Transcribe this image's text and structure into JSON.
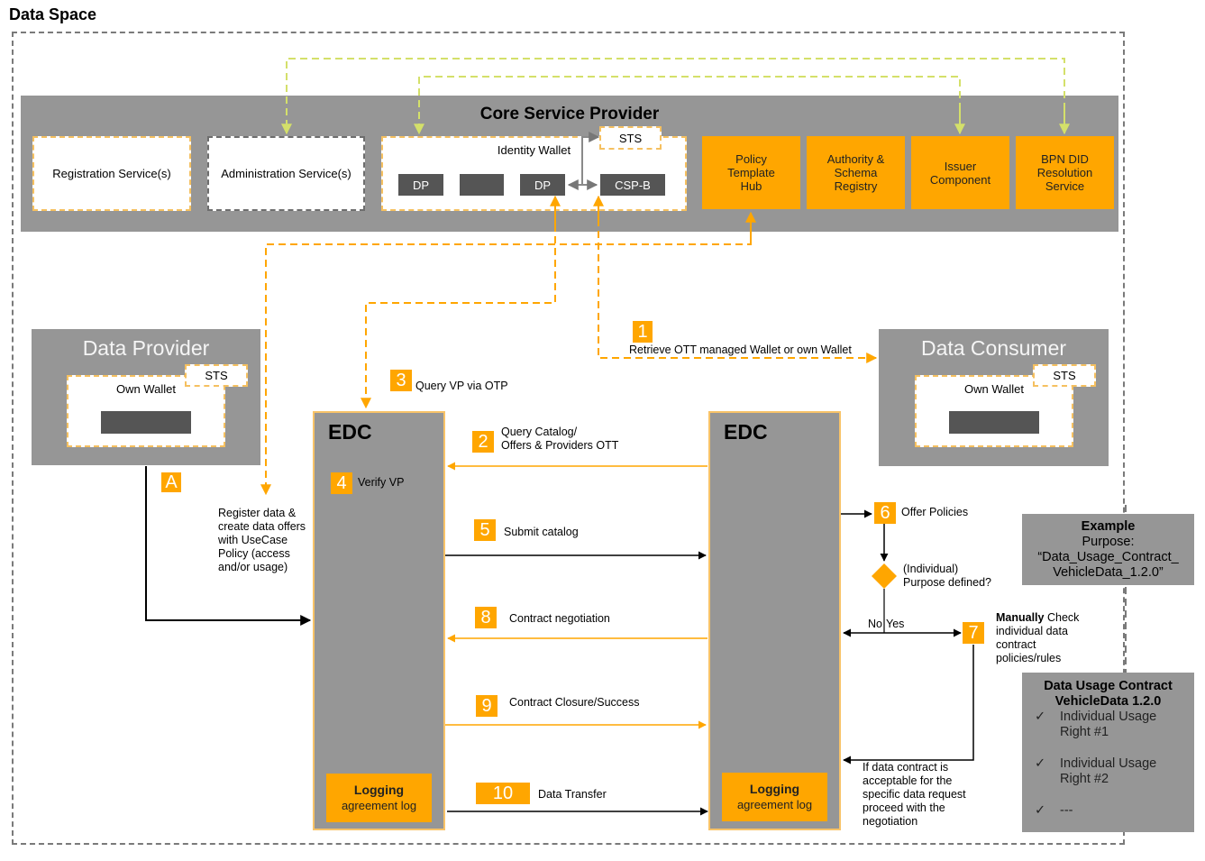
{
  "title": "Data Space",
  "core_service_provider": {
    "title": "Core Service Provider",
    "registration": "Registration Service(s)",
    "administration": "Administration Service(s)",
    "identity_wallet": {
      "label": "Identity Wallet",
      "sts": "STS",
      "slots": [
        "DP",
        "",
        "DP",
        "CSP-B"
      ]
    },
    "services": [
      "Policy\nTemplate\nHub",
      "Authority &\nSchema\nRegistry",
      "Issuer\nComponent",
      "BPN DID\nResolution\nService"
    ]
  },
  "data_provider": {
    "title": "Data Provider",
    "wallet": "Own Wallet",
    "sts": "STS"
  },
  "data_consumer": {
    "title": "Data Consumer",
    "wallet": "Own Wallet",
    "sts": "STS"
  },
  "edc_provider": {
    "title": "EDC",
    "logging_title": "Logging",
    "logging_sub": "agreement log"
  },
  "edc_consumer": {
    "title": "EDC",
    "logging_title": "Logging",
    "logging_sub": "agreement log"
  },
  "steps": {
    "A": {
      "badge": "A",
      "text": "Register data &\ncreate data offers\nwith UseCase\nPolicy (access\nand/or usage)"
    },
    "s1": {
      "badge": "1",
      "text": "Retrieve OTT managed Wallet or own Wallet"
    },
    "s2": {
      "badge": "2",
      "text": "Query Catalog/\nOffers & Providers OTT"
    },
    "s3": {
      "badge": "3",
      "text": "Query VP via OTP"
    },
    "s4": {
      "badge": "4",
      "text": "Verify VP"
    },
    "s5": {
      "badge": "5",
      "text": "Submit catalog"
    },
    "s6": {
      "badge": "6",
      "text": "Offer Policies"
    },
    "s7": {
      "badge": "7",
      "text_bold": "Manually",
      "text": " Check\nindividual data\ncontract\npolicies/rules"
    },
    "s8": {
      "badge": "8",
      "text": "Contract negotiation"
    },
    "s9": {
      "badge": "9",
      "text": "Contract Closure/Success"
    },
    "s10": {
      "badge": "10",
      "text": "Data Transfer"
    }
  },
  "decision": {
    "question": "(Individual)\nPurpose defined?",
    "no": "No",
    "yes": "Yes",
    "return_text": "If data contract is\nacceptable for the\nspecific data request\nproceed with the\nnegotiation"
  },
  "example_note": {
    "title": "Example",
    "body": "Purpose:\n“Data_Usage_Contract_\nVehicleData_1.2.0”"
  },
  "contract_note": {
    "title": "Data Usage Contract\nVehicleData 1.2.0",
    "check_glyph": "✓",
    "items": [
      "Individual Usage\nRight #1",
      "Individual Usage\nRight #2",
      "---"
    ]
  },
  "colors": {
    "orange": "#ffa600",
    "grey": "#969696",
    "dark": "#555555",
    "green_dash": "#d4e06a",
    "frame_dash": "#7a7a7a"
  }
}
